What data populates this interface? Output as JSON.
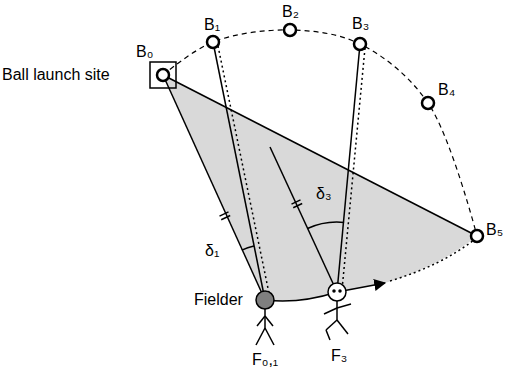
{
  "diagram": {
    "labels": [
      "Ball launch site",
      "B₀",
      "B₁",
      "B₂",
      "B₃",
      "B₄",
      "B₅",
      "δ₁",
      "δ₃",
      "Fielder",
      "F₀,₁",
      "F₃"
    ]
  }
}
